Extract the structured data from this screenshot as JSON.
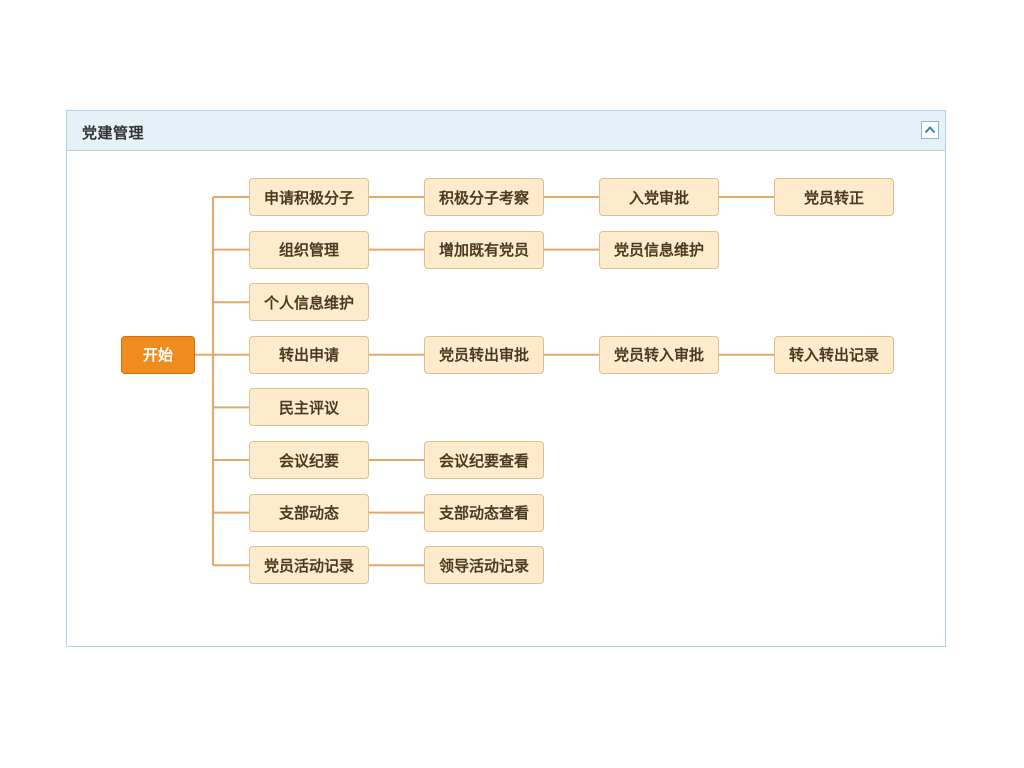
{
  "panel": {
    "title": "党建管理",
    "collapse_icon": "chevron-up-icon"
  },
  "colors": {
    "header_bg": "#e4f2f8",
    "border": "#a9d4e2",
    "node_bg": "#fdebcc",
    "node_border": "#ddc090",
    "start_bg": "#f08c1e",
    "connector": "#e2a86a"
  },
  "flow": {
    "start_label": "开始",
    "rows": [
      [
        "申请积极分子",
        "积极分子考察",
        "入党审批",
        "党员转正"
      ],
      [
        "组织管理",
        "增加既有党员",
        "党员信息维护"
      ],
      [
        "个人信息维护"
      ],
      [
        "转出申请",
        "党员转出审批",
        "党员转入审批",
        "转入转出记录"
      ],
      [
        "民主评议"
      ],
      [
        "会议纪要",
        "会议纪要查看"
      ],
      [
        "支部动态",
        "支部动态查看"
      ],
      [
        "党员活动记录",
        "领导活动记录"
      ]
    ]
  }
}
